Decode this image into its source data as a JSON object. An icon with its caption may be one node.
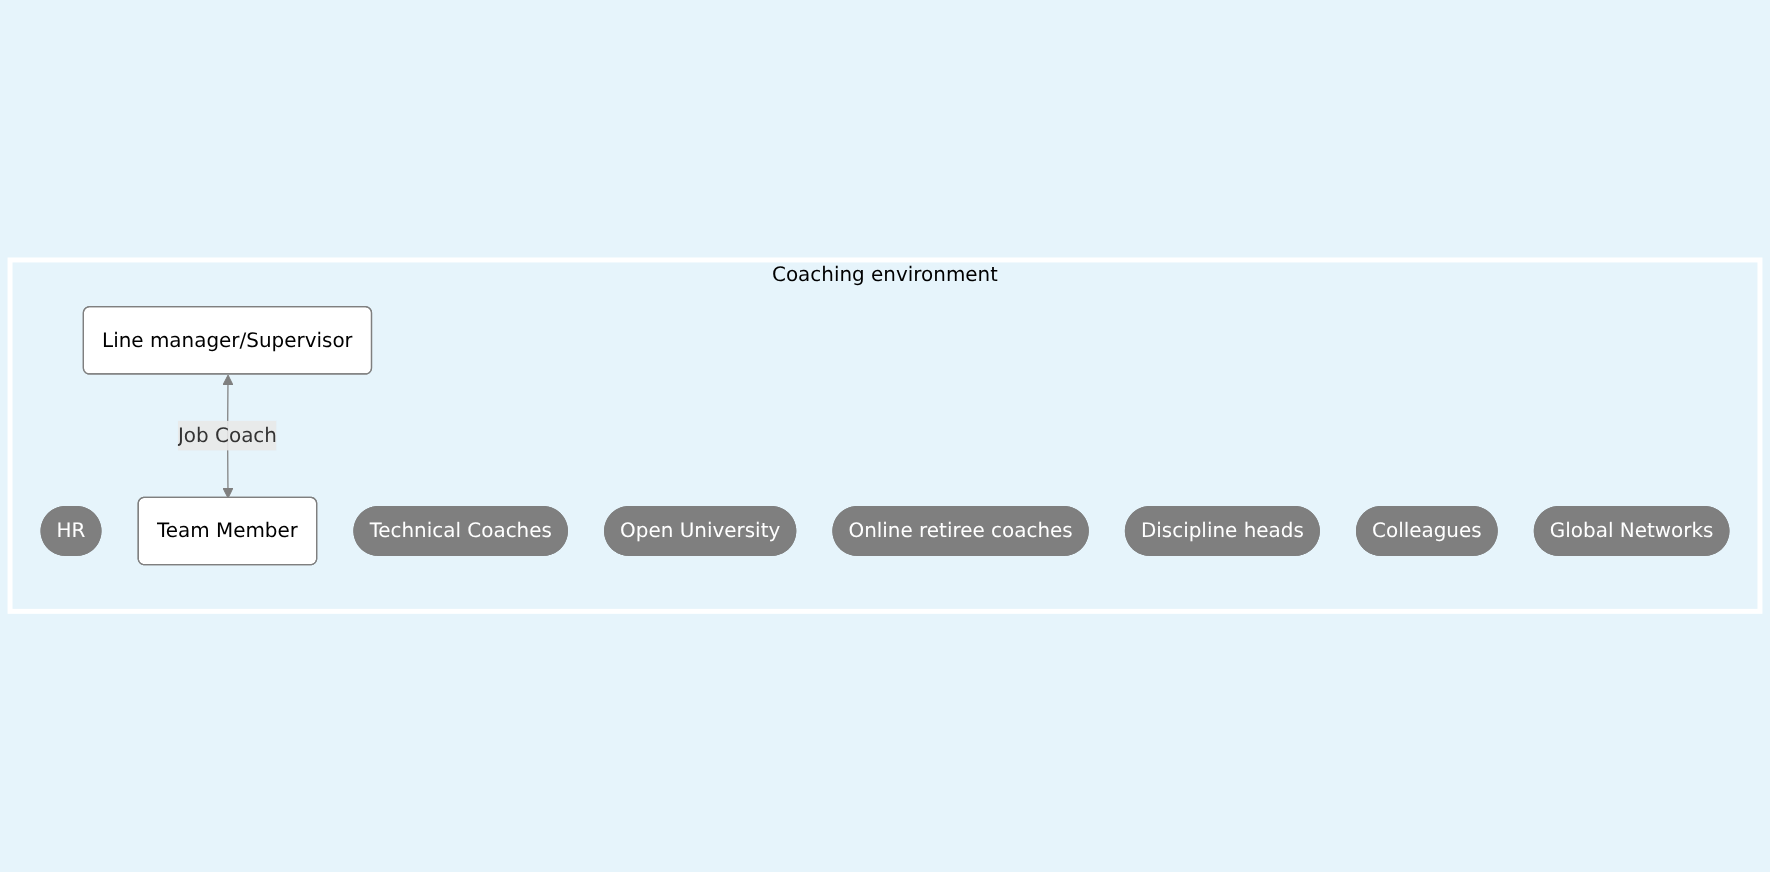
{
  "diagram": {
    "nodes": [
      {
        "text": [
          "Coaching environment"
        ]
      },
      {
        "text": [
          "HR"
        ],
        "in": 0
      },
      {
        "text": [
          "Technical Coaches"
        ],
        "in": 0
      },
      {
        "text": [
          "Open University"
        ],
        "in": 0
      },
      {
        "text": [
          "Line manager/Supervisor"
        ],
        "in": 0
      },
      {
        "text": [
          "Online retiree coaches"
        ],
        "in": 0
      },
      {
        "text": [
          "Discipline heads"
        ],
        "in": 0
      },
      {
        "text": [
          "Team Member"
        ],
        "in": 0
      },
      {
        "text": [
          "Colleagues"
        ],
        "in": 0
      },
      {
        "text": [
          "Global Networks"
        ],
        "in": 0
      }
    ],
    "edges": [
      {
        "from": 4,
        "to": 7,
        "arrow": "both",
        "label": "Job Coach"
      }
    ]
  }
}
